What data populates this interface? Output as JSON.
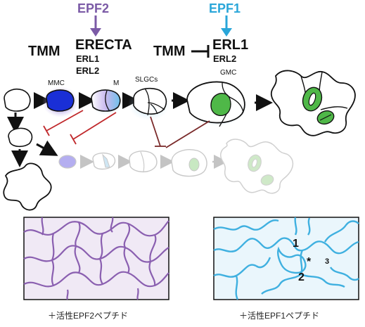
{
  "top": {
    "epf2": "EPF2",
    "epf1": "EPF1",
    "tmm_left": "TMM",
    "erecta": "ERECTA",
    "erl1_left": "ERL1",
    "erl2_left": "ERL2",
    "tmm_right": "TMM",
    "erl1_right": "ERL1",
    "erl2_right": "ERL2"
  },
  "stages": {
    "mmc": "MMC",
    "m": "M",
    "slgcs": "SLGCs",
    "gmc": "GMC"
  },
  "photos": {
    "left_caption": "＋活性EPF2ペプチド",
    "right_caption": "＋活性EPF1ペプチド",
    "label_1": "1",
    "label_2": "2",
    "label_3": "3",
    "label_star": "*"
  },
  "colors": {
    "epf2": "#7b5aa6",
    "epf1": "#2aa6d9",
    "inhibit_red": "#c0282b",
    "inhibit_dark": "#7a2a2a",
    "mmc_blue": "#1a2fd6",
    "guard_green": "#4fb848"
  }
}
